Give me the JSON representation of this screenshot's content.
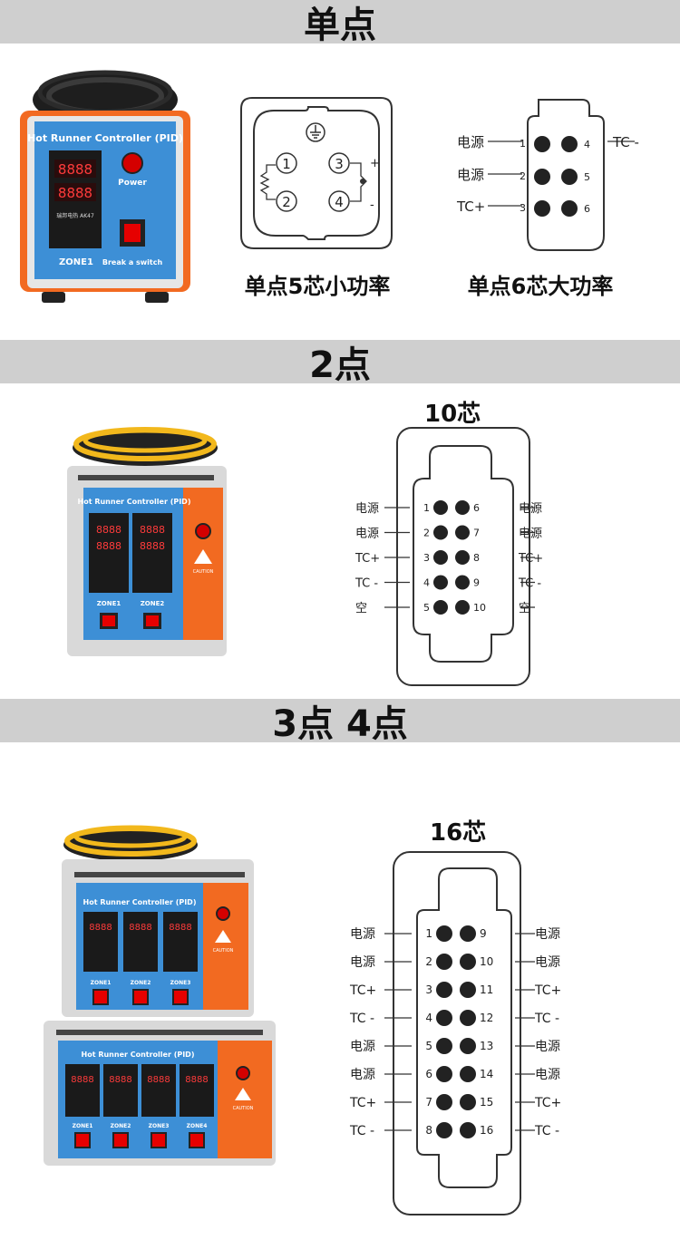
{
  "sections": {
    "single": "单点",
    "two": "2点",
    "three_four": "3点 4点"
  },
  "device": {
    "title": "Hot Runner Controller (PID)",
    "power": "Power",
    "break_switch": "Break a switch",
    "caution": "CAUTION",
    "module_label": "瑞邦电热 AK47",
    "display": "8888",
    "zone_prefix": "ZONE",
    "zones_1": [
      "ZONE1"
    ],
    "zones_2": [
      "ZONE1",
      "ZONE2"
    ],
    "zones_3": [
      "ZONE1",
      "ZONE2",
      "ZONE3"
    ],
    "zones_4": [
      "ZONE1",
      "ZONE2",
      "ZONE3",
      "ZONE4"
    ]
  },
  "connector5": {
    "caption": "单点5芯小功率",
    "pins": [
      "1",
      "2",
      "3",
      "4"
    ],
    "plus": "+",
    "minus": "-"
  },
  "connector6": {
    "caption": "单点6芯大功率",
    "left": [
      {
        "label": "电源",
        "pin": "1"
      },
      {
        "label": "电源",
        "pin": "2"
      },
      {
        "label": "TC+",
        "pin": "3"
      }
    ],
    "right": [
      {
        "label": "TC -",
        "pin": "4"
      },
      {
        "label": "",
        "pin": "5"
      },
      {
        "label": "",
        "pin": "6"
      }
    ]
  },
  "connector10": {
    "title": "10芯",
    "left": [
      {
        "label": "电源",
        "pin": "1"
      },
      {
        "label": "电源",
        "pin": "2"
      },
      {
        "label": "TC+",
        "pin": "3"
      },
      {
        "label": "TC -",
        "pin": "4"
      },
      {
        "label": "空",
        "pin": "5"
      }
    ],
    "right": [
      {
        "label": "电源",
        "pin": "6"
      },
      {
        "label": "电源",
        "pin": "7"
      },
      {
        "label": "TC+",
        "pin": "8"
      },
      {
        "label": "TC -",
        "pin": "9"
      },
      {
        "label": "空",
        "pin": "10"
      }
    ]
  },
  "connector16": {
    "title": "16芯",
    "left": [
      {
        "label": "电源",
        "pin": "1"
      },
      {
        "label": "电源",
        "pin": "2"
      },
      {
        "label": "TC+",
        "pin": "3"
      },
      {
        "label": "TC -",
        "pin": "4"
      },
      {
        "label": "电源",
        "pin": "5"
      },
      {
        "label": "电源",
        "pin": "6"
      },
      {
        "label": "TC+",
        "pin": "7"
      },
      {
        "label": "TC -",
        "pin": "8"
      }
    ],
    "right": [
      {
        "label": "电源",
        "pin": "9"
      },
      {
        "label": "电源",
        "pin": "10"
      },
      {
        "label": "TC+",
        "pin": "11"
      },
      {
        "label": "TC -",
        "pin": "12"
      },
      {
        "label": "电源",
        "pin": "13"
      },
      {
        "label": "电源",
        "pin": "14"
      },
      {
        "label": "TC+",
        "pin": "15"
      },
      {
        "label": "TC -",
        "pin": "16"
      }
    ]
  },
  "colors": {
    "band": "#cfcfcf",
    "panel_blue": "#3d8fd6",
    "panel_orange": "#f26a21",
    "frame_silver": "#d9d9d9",
    "display_red": "#e03030",
    "cable_yellow": "#f2b81c"
  }
}
